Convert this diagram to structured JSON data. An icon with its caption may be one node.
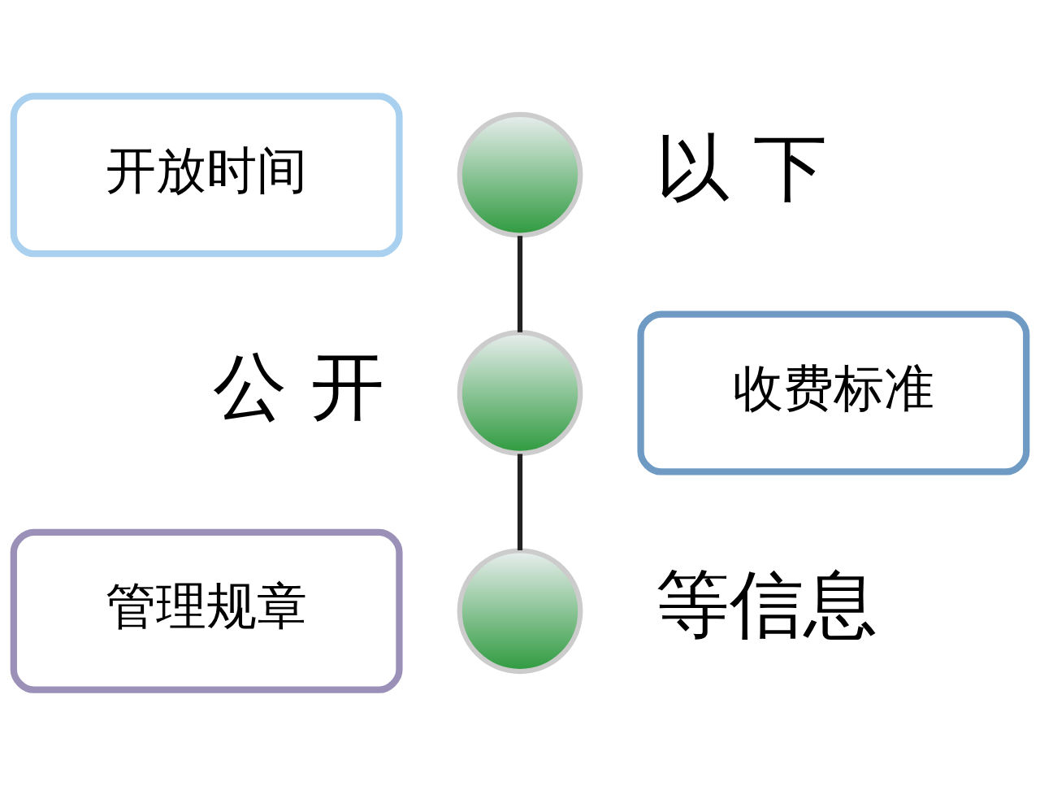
{
  "diagram": {
    "nodes": [
      {
        "text": [
          "开放时间"
        ]
      },
      {
        "text": [
          "收费标准"
        ]
      },
      {
        "text": [
          "管理规章"
        ]
      },
      {
        "text": [],
        "shape": "picture"
      },
      {
        "text": [],
        "shape": "picture"
      },
      {
        "text": [],
        "shape": "picture"
      }
    ],
    "edges": [
      {
        "from": 3,
        "to": 4,
        "arrow": "none"
      },
      {
        "from": 4,
        "to": 5,
        "arrow": "none"
      }
    ],
    "labels": [
      "以 下",
      "公 开",
      "等信息"
    ]
  }
}
